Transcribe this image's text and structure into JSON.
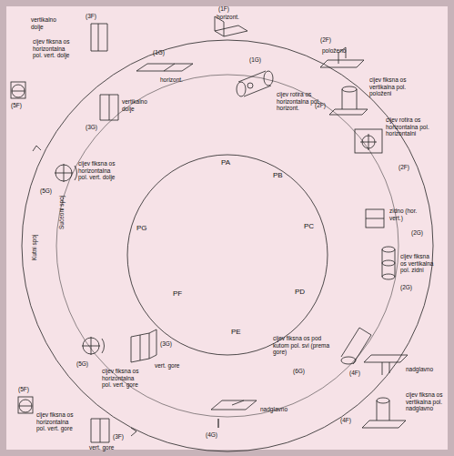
{
  "diagram": {
    "labels": [
      "(1F)",
      "horizont.",
      "(2F)",
      "položeno",
      "cijev fiksna os vertikalna pol. položeni",
      "(2F)",
      "cijev rotira os horizontalna pol. horizontalni",
      "(2F)",
      "zidno (hor. vert.)",
      "(2G)",
      "cijev fiksna os vertikalna pol. zidni",
      "(2G)",
      "cijev fiksna os pod kutom pol. svi (prema gore)",
      "(6G)",
      "nadglavno",
      "(4F)",
      "cijev fiksna os vertikalna pol. nadglavno",
      "(4F)",
      "nadglavno",
      "(4G)",
      "vert. gore",
      "(3F)",
      "vert. gore",
      "(3G)",
      "cijev fiksna os horizontalna pol. vert. gore",
      "(5G)",
      "(5F)",
      "cijev fiksna os horizontalna pol. vert. gore",
      "Kutni spoj",
      "Sučeoni spoj",
      "cijev fiksna os horizontalna pol. vert. dolje",
      "(5F)",
      "(5G)",
      "cijev fiksna os horizontalna pol. vert. dolje",
      "vertikalno dolje",
      "(3F)",
      "vertikalno dolje",
      "(3G)",
      "(1G)",
      "horizont.",
      "(1G)",
      "cijev rotira os horizontalna pol. horizont.",
      "PA",
      "PB",
      "PC",
      "PD",
      "PE",
      "PF",
      "PG"
    ]
  }
}
